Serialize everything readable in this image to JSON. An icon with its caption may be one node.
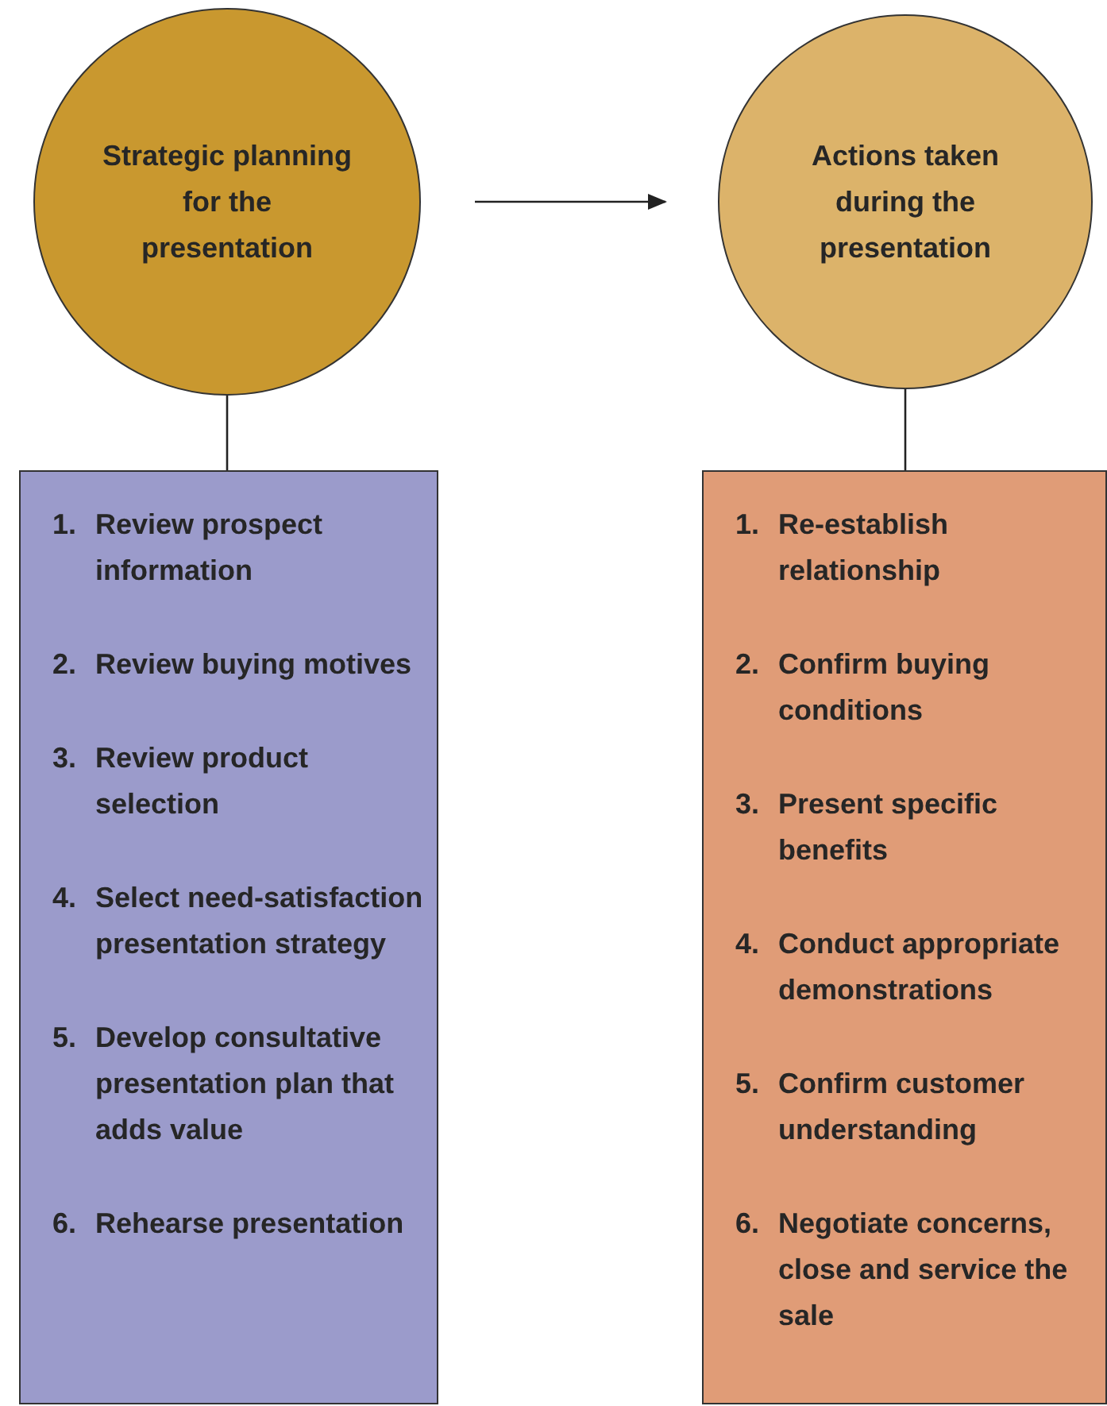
{
  "diagram": {
    "nodes": [
      {
        "text": [
          "Strategic planning for the presentation"
        ]
      },
      {
        "text": [
          "Actions taken during the presentation"
        ]
      },
      {
        "text": [
          "1. Review prospect information",
          "2. Review buying motives",
          "3. Review product selection",
          "4. Select need-satisfaction presentation strategy",
          "5. Develop consultative presentation plan that adds value",
          "6. Rehearse presentation"
        ]
      },
      {
        "text": [
          "1. Re-establish relationship",
          "2. Confirm buying conditions",
          "3. Present specific benefits",
          "4. Conduct appropriate demonstrations",
          "5. Confirm customer understanding",
          "6. Negotiate concerns, close and service the sale"
        ]
      }
    ],
    "edges": [
      {
        "from": 0,
        "to": 1,
        "arrow": "to"
      },
      {
        "from": 0,
        "to": 2,
        "arrow": "none"
      },
      {
        "from": 1,
        "to": 3,
        "arrow": "none"
      }
    ]
  }
}
